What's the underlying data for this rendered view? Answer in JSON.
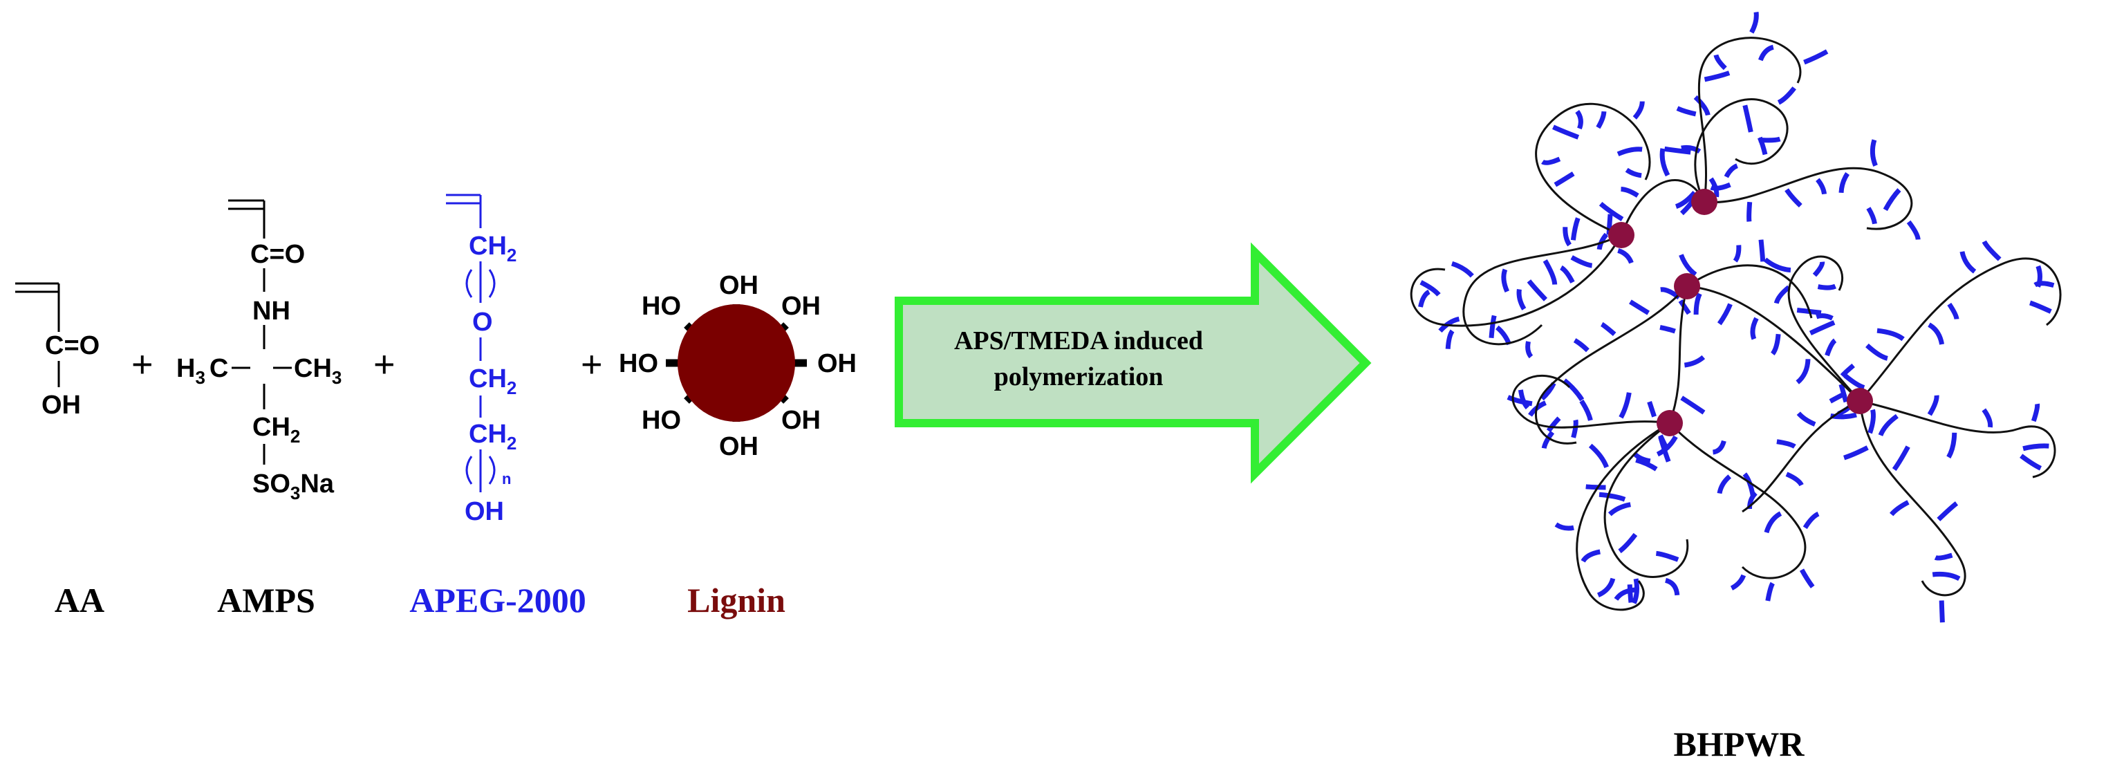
{
  "reactants": [
    {
      "id": "AA",
      "label": "AA",
      "color": "#000000",
      "groups": [
        "C=O",
        "OH"
      ]
    },
    {
      "id": "AMPS",
      "label": "AMPS",
      "color": "#000000",
      "groups": [
        "C=O",
        "NH",
        "H",
        "3",
        "C",
        "CH",
        "3",
        "CH",
        "2",
        "SO",
        "3",
        "Na"
      ]
    },
    {
      "id": "APEG",
      "label": "APEG-2000",
      "color": "#1f1fe6",
      "groups": [
        "CH",
        "2",
        "O",
        "CH",
        "2",
        "CH",
        "2",
        "n",
        "OH"
      ]
    },
    {
      "id": "Lignin",
      "label": "Lignin",
      "color": "#7a0c0c",
      "groups": [
        "OH",
        "OH",
        "OH",
        "OH",
        "HO",
        "HO",
        "HO",
        "OH"
      ]
    }
  ],
  "operators": [
    "+",
    "+",
    "+"
  ],
  "arrow": {
    "line1": "APS/TMEDA induced",
    "line2": "polymerization",
    "fill": "#bfe0c2",
    "stroke": "#33ee33"
  },
  "product": {
    "label": "BHPWR",
    "backbone_color": "#111111",
    "side_chain_color": "#1f1fe6",
    "node_color": "#8a1040"
  }
}
